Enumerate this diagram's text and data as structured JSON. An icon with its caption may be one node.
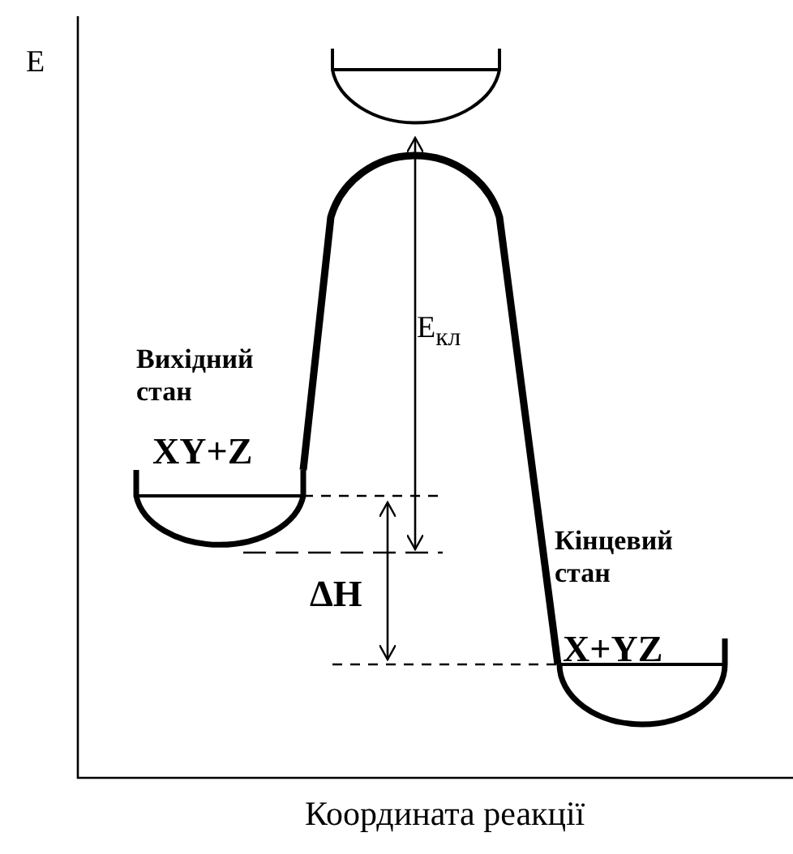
{
  "diagram": {
    "labels": [
      "E",
      "E$_{кл}$",
      "Вихідний стан",
      "XY+Z",
      "ΔH",
      "Кінцевий стан",
      "X+YZ",
      "Координата реакції"
    ]
  }
}
